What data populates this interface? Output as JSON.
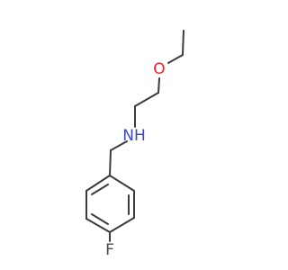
{
  "molecule": {
    "atoms": {
      "oxygen": {
        "symbol": "O",
        "color": "#e8222b"
      },
      "nitrogen": {
        "symbol": "NH",
        "color": "#3748c8"
      },
      "fluorine": {
        "symbol": "F",
        "color": "#4a4a4a"
      }
    },
    "bond_color": "#3b3b3b"
  }
}
